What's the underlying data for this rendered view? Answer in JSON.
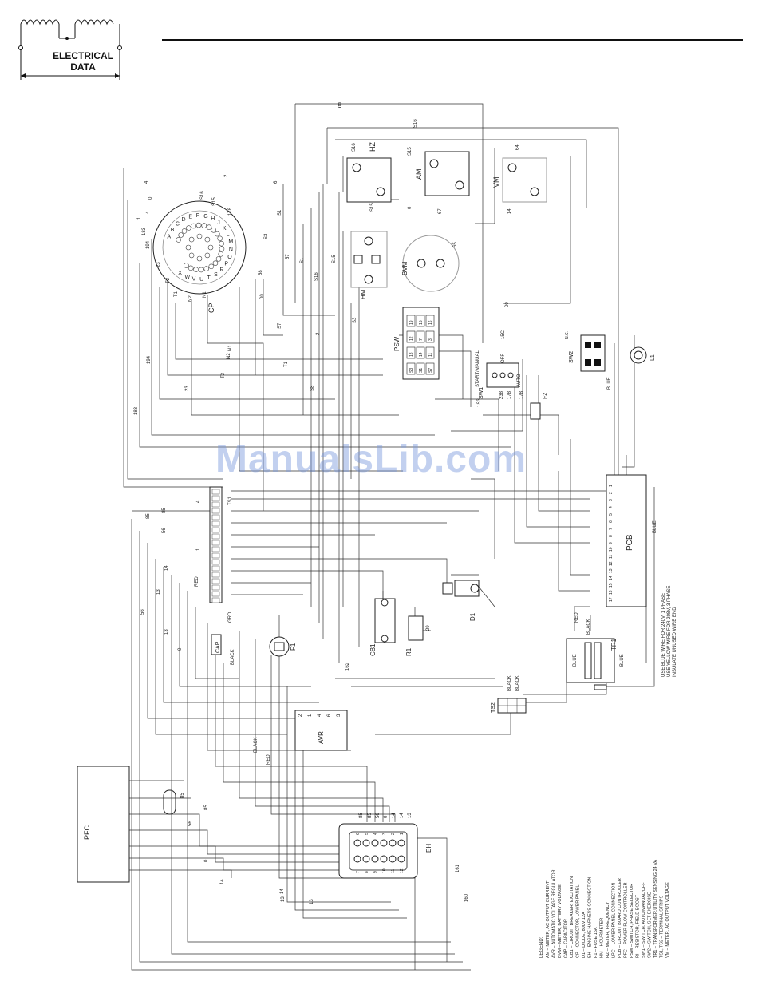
{
  "header": {
    "title_line1": "ELECTRICAL",
    "title_line2": "DATA"
  },
  "watermark": "ManualsLib.com",
  "components": {
    "hz": "HZ",
    "am": "AM",
    "vm": "VM",
    "hm": "HM",
    "bvm": "BVM",
    "cp": "CP",
    "psw": "PSW",
    "sw1": "SW1",
    "sw2": "SW2",
    "l1": "L1",
    "pcb": "PCB",
    "ts1": "TS1",
    "ts2": "TS2",
    "cap": "CAP",
    "f1": "F1",
    "f2": "F2",
    "cb1": "CB1",
    "r1": "R1",
    "d1": "D1",
    "tr1": "TR1",
    "avr": "AVR",
    "pfc": "PFC",
    "eh": "EH",
    "grd": "GRD"
  },
  "switch_labels": {
    "start_manual": "START/MANUAL",
    "off": "OFF",
    "auto": "AUTO",
    "nc": "N.C."
  },
  "wire_colors": {
    "red": "RED",
    "black": "BLACK",
    "blue": "BLUE"
  },
  "notes": [
    "USE BLUE WIRE FOR 240V, 1 PHASE",
    "USE YELLOW WIRE FOR 208V, 3 PHASE",
    "INSULATE UNUSED WIRE END"
  ],
  "legend_title": "LEGEND:",
  "legend": [
    "AM – METER, AC OUTPUT CURRENT",
    "AVR – AUTOMATIC VOLTAGE REGULATOR",
    "BVM – METER, BATTERY VOLTAGE",
    "CAP – CAPACITOR",
    "CB1 – CIRCUIT BREAKER, EXCITATION",
    "CP – CONNECTOR, LOWER PANEL",
    "D1 – DIODE, 800V 12A",
    "EH – ENGINE HARNESS CONNECTION",
    "F1 – FUSE 15A",
    "HM – HOURMETER",
    "HZ – METER, FREQUENCY",
    "LPC – LOWER PANEL CONNECTION",
    "PCB – CIRCUIT BOARD CONTROLLER",
    "PFC – POWER FLOW CONTROLLER",
    "PSW – SWITCH, PHASE SELECTOR",
    "RI – RESISTOR, FIELD BOOST",
    "SW1 – SWITCH, AUTO/MANUAL/OFF",
    "SW2 – SWITCH, SET EXERCISE",
    "TR1 – TRANSFORMER,UTILITY SENSING 24 VA",
    "TS1, TS2 – TERMINAL STRIPS",
    "VM – METER, AC OUTPUT VOLTAGE"
  ],
  "cp_pins": [
    "A",
    "B",
    "C",
    "D",
    "E",
    "F",
    "G",
    "H",
    "J",
    "K",
    "L",
    "M",
    "N",
    "O",
    "P",
    "R",
    "S",
    "T",
    "U",
    "V",
    "W",
    "X"
  ],
  "pcb_pins": [
    "1",
    "2",
    "3",
    "4",
    "5",
    "6",
    "7",
    "8",
    "9",
    "10",
    "11",
    "12",
    "13",
    "14",
    "15",
    "16",
    "17"
  ],
  "eh_pins_top": [
    "6",
    "5",
    "4",
    "3",
    "2",
    "1"
  ],
  "eh_pins_bottom": [
    "7",
    "8",
    "9",
    "10",
    "11",
    "12"
  ],
  "psw_pins": [
    "19",
    "15",
    "16",
    "12",
    "7",
    "3",
    "18",
    "14",
    "11",
    "S3",
    "S1",
    "S7"
  ],
  "avr_pins": [
    "2",
    "1",
    "4",
    "6",
    "3"
  ],
  "wire_numbers_cp": [
    "00",
    "2",
    "6",
    "S16",
    "S15",
    "178",
    "S1",
    "S3",
    "57",
    "58",
    "00",
    "N1",
    "N2",
    "T1",
    "T2",
    "23",
    "194",
    "183",
    "4",
    "1",
    "0",
    "4"
  ],
  "wire_numbers": {
    "top": [
      "00",
      "S16",
      "S16",
      "S15",
      "S15",
      "64",
      "67",
      "65",
      "00",
      "0",
      "14"
    ],
    "middle": [
      "S15",
      "S16",
      "S1",
      "S3",
      "S7",
      "S8",
      "T1",
      "T2",
      "N1",
      "N2",
      "23",
      "194",
      "183",
      "1S3",
      "2",
      "15C",
      "238",
      "178",
      "178"
    ],
    "left": [
      "85",
      "85",
      "56",
      "56",
      "14",
      "13",
      "13",
      "0",
      "4",
      "1"
    ],
    "bottom": [
      "85",
      "85",
      "56",
      "0",
      "14",
      "14",
      "13",
      "13",
      "161",
      "160",
      "162",
      "29"
    ],
    "eh_side": [
      "85",
      "85",
      "56",
      "0",
      "14",
      "14",
      "13"
    ]
  }
}
